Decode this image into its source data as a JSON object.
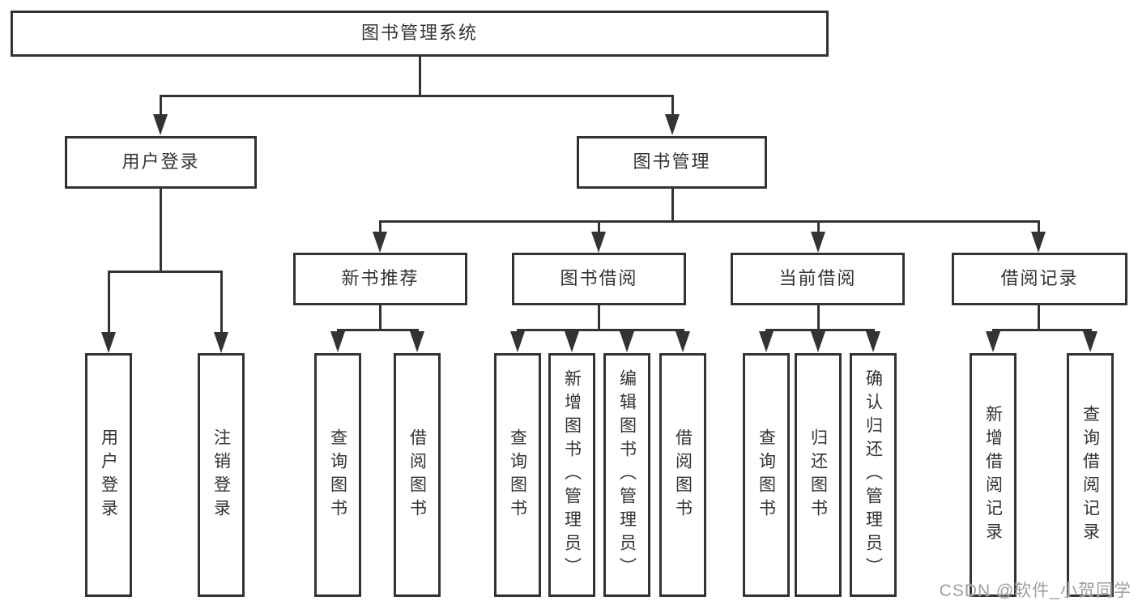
{
  "nodes": {
    "root": "图书管理系统",
    "user_login": "用户登录",
    "book_mgmt": "图书管理",
    "new_book_rec": "新书推荐",
    "book_borrow": "图书借阅",
    "current_borrow": "当前借阅",
    "borrow_records": "借阅记录",
    "ul_user_login": "用户登录",
    "ul_logout": "注销登录",
    "nbr_query_books": "查询图书",
    "nbr_borrow_books": "借阅图书",
    "bb_query_books": "查询图书",
    "bb_add_books_admin": "新增图书（管理员）",
    "bb_edit_books_admin": "编辑图书（管理员）",
    "bb_borrow_books": "借阅图书",
    "cb_query_books": "查询图书",
    "cb_return_books": "归还图书",
    "cb_confirm_return_admin": "确认归还（管理员）",
    "br_add_record": "新增借阅记录",
    "br_query_record": "查询借阅记录"
  },
  "watermark": "CSDN @软件_小贺同学",
  "colors": {
    "line": "#333333",
    "text": "#333333",
    "box-bg": "#ffffff",
    "background": "#ffffff",
    "watermark": "#9e9e9e"
  }
}
